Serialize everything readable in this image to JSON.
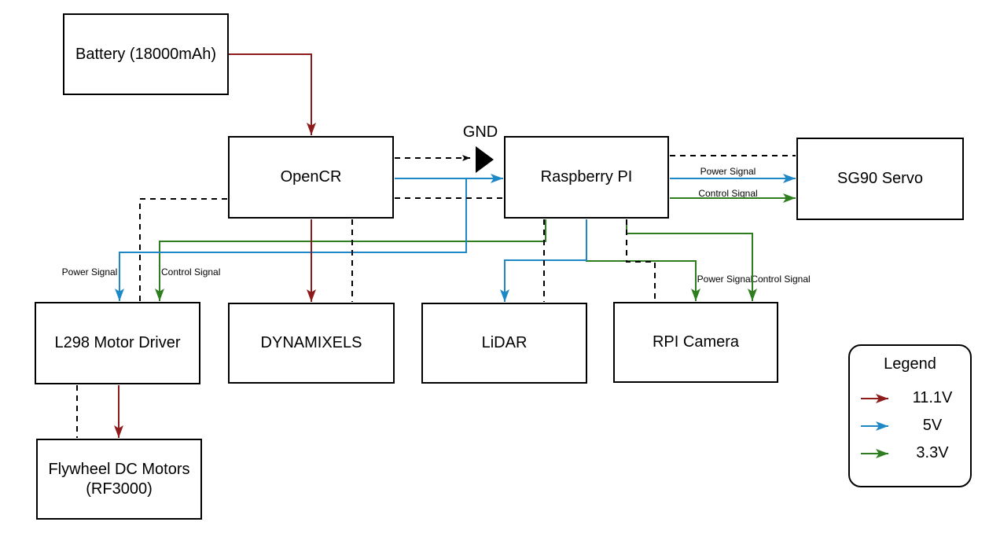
{
  "diagram": {
    "nodes": {
      "battery": {
        "label": "Battery (18000mAh)"
      },
      "opencr": {
        "label": "OpenCR"
      },
      "raspberry_pi": {
        "label": "Raspberry PI"
      },
      "sg90_servo": {
        "label": "SG90 Servo"
      },
      "l298": {
        "label": "L298 Motor Driver"
      },
      "dynamixels": {
        "label": "DYNAMIXELS"
      },
      "lidar": {
        "label": "LiDAR"
      },
      "rpi_camera": {
        "label": "RPI Camera"
      },
      "flywheel": {
        "label_line1": "Flywheel DC Motors",
        "label_line2": "(RF3000)"
      }
    },
    "labels": {
      "gnd": "GND",
      "power_signal": "Power Signal",
      "control_signal": "Control Signal"
    },
    "colors": {
      "v11_1": "#8E1B1B",
      "v5": "#1E88C7",
      "v3_3": "#2E7D1E",
      "ground_dashed": "#000000",
      "node_border": "#000000",
      "background": "#FFFFFF"
    },
    "edges": [
      {
        "from": "battery",
        "to": "opencr",
        "type": "11.1V",
        "style": "solid-arrow"
      },
      {
        "from": "opencr",
        "to": "raspberry_pi",
        "type": "5V",
        "style": "solid-arrow"
      },
      {
        "from": "opencr",
        "to": "gnd-symbol",
        "type": "ground",
        "style": "dashed-arrow"
      },
      {
        "from": "opencr",
        "to": "raspberry_pi",
        "type": "ground",
        "style": "dashed"
      },
      {
        "from": "opencr",
        "to": "l298",
        "type": "5V",
        "style": "solid-arrow",
        "label": "Power Signal"
      },
      {
        "from": "opencr",
        "to": "l298",
        "type": "ground",
        "style": "dashed"
      },
      {
        "from": "opencr",
        "to": "dynamixels",
        "type": "11.1V",
        "style": "solid-arrow"
      },
      {
        "from": "opencr",
        "to": "dynamixels",
        "type": "ground",
        "style": "dashed"
      },
      {
        "from": "raspberry_pi",
        "to": "sg90_servo",
        "type": "5V",
        "style": "solid-arrow",
        "label": "Power Signal"
      },
      {
        "from": "raspberry_pi",
        "to": "sg90_servo",
        "type": "3.3V",
        "style": "solid-arrow",
        "label": "Control Signal"
      },
      {
        "from": "raspberry_pi",
        "to": "sg90_servo",
        "type": "ground",
        "style": "dashed"
      },
      {
        "from": "raspberry_pi",
        "to": "l298",
        "type": "3.3V",
        "style": "solid-arrow",
        "label": "Control Signal"
      },
      {
        "from": "raspberry_pi",
        "to": "lidar",
        "type": "5V",
        "style": "solid-arrow"
      },
      {
        "from": "raspberry_pi",
        "to": "lidar",
        "type": "ground",
        "style": "dashed"
      },
      {
        "from": "raspberry_pi",
        "to": "rpi_camera",
        "type": "3.3V",
        "style": "solid-arrow",
        "label": "Power Signal"
      },
      {
        "from": "raspberry_pi",
        "to": "rpi_camera",
        "type": "3.3V",
        "style": "solid-arrow",
        "label": "Control Signal"
      },
      {
        "from": "raspberry_pi",
        "to": "rpi_camera",
        "type": "ground",
        "style": "dashed"
      },
      {
        "from": "l298",
        "to": "flywheel",
        "type": "11.1V",
        "style": "solid-arrow"
      },
      {
        "from": "l298",
        "to": "flywheel",
        "type": "ground",
        "style": "dashed"
      }
    ],
    "legend": {
      "title": "Legend",
      "entries": [
        {
          "label": "11.1V",
          "color": "#8E1B1B"
        },
        {
          "label": "5V",
          "color": "#1E88C7"
        },
        {
          "label": "3.3V",
          "color": "#2E7D1E"
        }
      ]
    }
  }
}
